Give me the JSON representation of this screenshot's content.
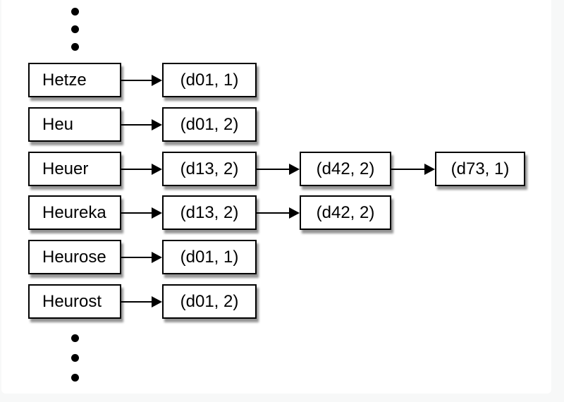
{
  "colors": {
    "page_background": "#f7f8f8",
    "slide_background": "#ffffff",
    "box_fill": "#ffffff",
    "box_border": "#000000",
    "text": "#000000",
    "shadow": "rgba(0,0,0,0.42)"
  },
  "diagram": {
    "type": "inverted-index-postings-lists",
    "ellipsis_top_dots": 3,
    "ellipsis_bottom_dots": 3,
    "rows": [
      {
        "term": "Hetze",
        "postings": [
          "(d01, 1)"
        ]
      },
      {
        "term": "Heu",
        "postings": [
          "(d01, 2)"
        ]
      },
      {
        "term": "Heuer",
        "postings": [
          "(d13, 2)",
          "(d42, 2)",
          "(d73, 1)"
        ]
      },
      {
        "term": "Heureka",
        "postings": [
          "(d13, 2)",
          "(d42, 2)"
        ]
      },
      {
        "term": "Heurose",
        "postings": [
          "(d01, 1)"
        ]
      },
      {
        "term": "Heurost",
        "postings": [
          "(d01, 2)"
        ]
      }
    ]
  }
}
